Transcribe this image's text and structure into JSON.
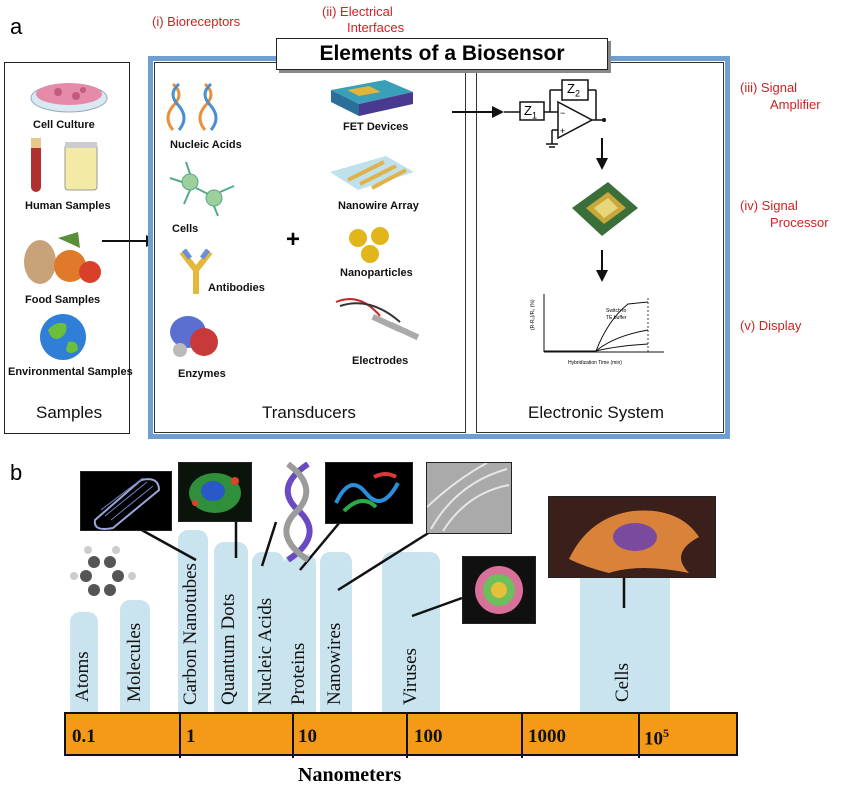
{
  "panel_a": {
    "letter": "a",
    "title": "Elements of a Biosensor",
    "stages": {
      "bioreceptors": "(i) Bioreceptors",
      "electrical_1": "(ii) Electrical",
      "electrical_2": "Interfaces",
      "amplifier_1": "(iii) Signal",
      "amplifier_2": "Amplifier",
      "processor_1": "(iv) Signal",
      "processor_2": "Processor",
      "display": "(v) Display"
    },
    "samples": {
      "heading": "Samples",
      "items": [
        "Cell Culture",
        "Human Samples",
        "Food Samples",
        "Environmental Samples"
      ]
    },
    "bioreceptors": [
      "Nucleic Acids",
      "Cells",
      "Antibodies",
      "Enzymes"
    ],
    "interfaces": [
      "FET Devices",
      "Nanowire Array",
      "Nanoparticles",
      "Electrodes"
    ],
    "plus": "+",
    "transducers_heading": "Transducers",
    "electronic_heading": "Electronic System",
    "circuit": {
      "z1": "Z",
      "z1_sub": "1",
      "z2": "Z",
      "z2_sub": "2"
    },
    "mini_chart": {
      "note_1": "Switch to",
      "note_2": "TE buffer",
      "xlabel": "Hybridization Time (min)",
      "ylabel": "(R-R₀)/R₀ (%)"
    }
  },
  "panel_b": {
    "letter": "b",
    "items": [
      "Atoms",
      "Molecules",
      "Carbon Nanotubes",
      "Quantum Dots",
      "Nucleic Acids",
      "Proteins",
      "Nanowires",
      "Viruses",
      "Cells"
    ],
    "scale_ticks": [
      "0.1",
      "1",
      "10",
      "100",
      "1000",
      "10"
    ],
    "last_exponent": "5",
    "axis_label": "Nanometers"
  },
  "colors": {
    "accent_red": "#d21f1f",
    "frame_blue": "#6f9fd0",
    "scale_orange": "#f59a18",
    "bar_blue": "#c9e4ee"
  }
}
